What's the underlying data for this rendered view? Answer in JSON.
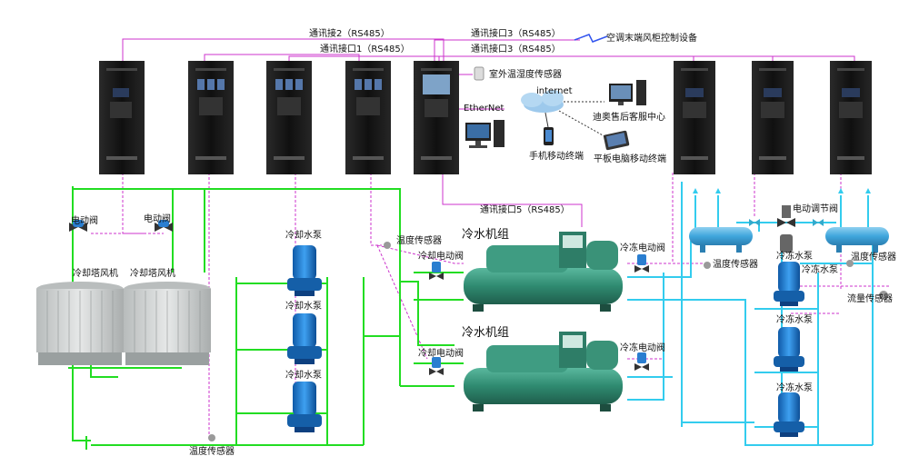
{
  "labels": {
    "comm2": "通讯接2（RS485）",
    "comm1": "通讯接口1（RS485）",
    "comm3a": "通讯接口3（RS485）",
    "comm3b": "通讯接口3（RS485）",
    "comm5": "通讯接口5（RS485）",
    "hvac_terminal": "空调末端风柜控制设备",
    "outdoor_sensor": "室外温湿度传感器",
    "internet": "internet",
    "ethernet": "EtherNet",
    "service_center": "迪奥售后客服中心",
    "mobile": "手机移动终端",
    "tablet": "平板电脑移动终端",
    "valve_elec_1": "电动阀",
    "valve_elec_2": "电动阀",
    "fan_1": "冷却塔风机",
    "fan_2": "冷却塔风机",
    "cw_pump_1": "冷却水泵",
    "cw_pump_2": "冷却水泵",
    "cw_pump_3": "冷却水泵",
    "temp_sensor_cw_top": "温度传感器",
    "temp_sensor_bottom": "温度传感器",
    "chiller_1": "冷水机组",
    "chiller_2": "冷水机组",
    "cw_valve_1": "冷却电动阀",
    "cw_valve_2": "冷却电动阀",
    "chw_valve_1": "冷冻电动阀",
    "chw_valve_2": "冷冻电动阀",
    "temp_sensor_chw": "温度传感器",
    "reg_valve": "电动调节阀",
    "temp_sensor_right": "温度传感器",
    "flow_sensor": "流量传感器",
    "chw_pump_1": "冷冻水泵",
    "chw_pump_2": "冷冻水泵",
    "chw_pump_3": "冷冻水泵",
    "chw_pump_4": "冷冻水泵"
  },
  "colors": {
    "cooling_water": "#22dd22",
    "chilled_water": "#33ccee",
    "comm_line": "#cc33cc",
    "cabinet": "#141414",
    "pump": "#1f7fd6",
    "chiller": "#3a9a80",
    "tower": "#c9cccc"
  }
}
